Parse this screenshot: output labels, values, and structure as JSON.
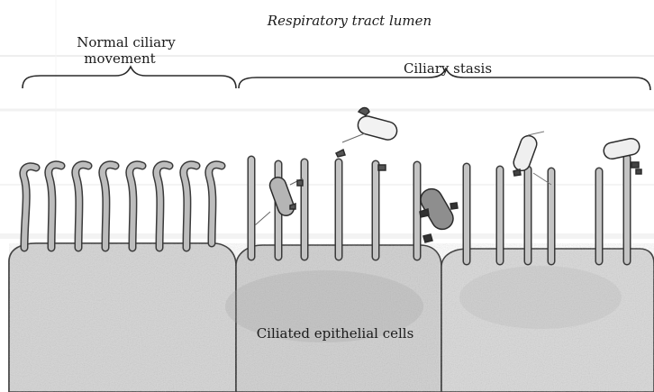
{
  "labels": {
    "lumen": "Respiratory tract lumen",
    "normal_line1": "Normal ciliary",
    "normal_line2": "movement",
    "stasis": "Ciliary stasis",
    "cells": "Ciliated epithelial cells"
  },
  "colors": {
    "cilia_fill": "#bdbdbd",
    "cilia_stroke": "#3a3a3a",
    "cell_fill": "#d6d6d6",
    "ink": "#1b1b1b"
  }
}
